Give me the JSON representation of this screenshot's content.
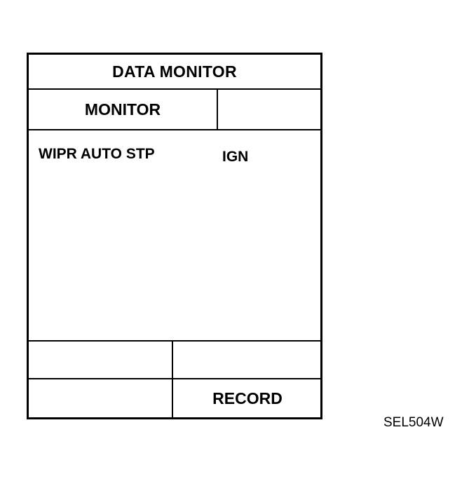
{
  "screen": {
    "title": "DATA MONITOR",
    "header": {
      "monitor_label": "MONITOR"
    },
    "items": [
      {
        "name": "WIPR AUTO STP",
        "value": "IGN"
      }
    ],
    "buttons": {
      "record_label": "RECORD"
    }
  },
  "figure_code": "SEL504W"
}
